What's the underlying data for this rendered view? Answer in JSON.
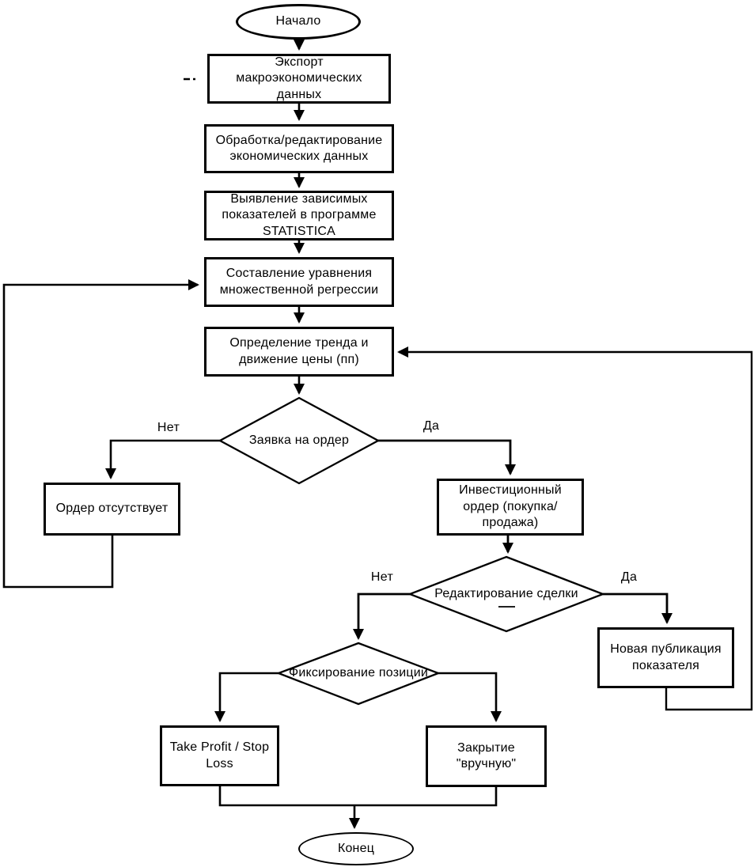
{
  "diagram": {
    "background": "#ffffff",
    "line_color": "#000000",
    "nodes": {
      "start": {
        "shape": "terminator",
        "label": "Начало"
      },
      "export": {
        "shape": "process",
        "label": "Экспорт\nмакроэкономических\nданных"
      },
      "processing": {
        "shape": "process",
        "label": "Обработка/редактирование\nэкономических данных"
      },
      "identify": {
        "shape": "process",
        "label": "Выявление зависимых\nпоказателей в программе\nSTATISTICA"
      },
      "equation": {
        "shape": "process",
        "label": "Составление уравнения\nмножественной регрессии"
      },
      "trend": {
        "shape": "process",
        "label": "Определение тренда и\nдвижение цены (пп)"
      },
      "order_decision": {
        "shape": "decision",
        "label": "Заявка на ордер"
      },
      "no_order": {
        "shape": "process",
        "label": "Ордер отсутствует"
      },
      "invest_order": {
        "shape": "process",
        "label": "Инвестиционный\nордер (покупка/\nпродажа)"
      },
      "edit_decision": {
        "shape": "decision",
        "label": "Редактирование сделки"
      },
      "new_publication": {
        "shape": "process",
        "label": "Новая публикация\nпоказателя"
      },
      "fix_decision": {
        "shape": "decision",
        "label": "Фиксирование позиции"
      },
      "take_profit": {
        "shape": "process",
        "label": "Take Profit / Stop\nLoss"
      },
      "manual_close": {
        "shape": "process",
        "label": "Закрытие\n\"вручную\""
      },
      "end": {
        "shape": "terminator",
        "label": "Конец"
      }
    },
    "edge_labels": {
      "order_no": "Нет",
      "order_yes": "Да",
      "edit_no": "Нет",
      "edit_yes": "Да"
    }
  }
}
